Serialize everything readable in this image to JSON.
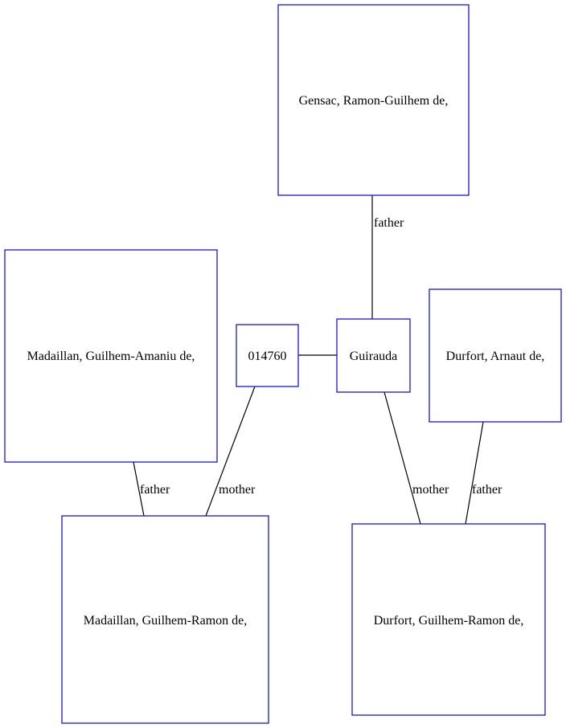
{
  "diagram": {
    "nodes": {
      "gensac": "Gensac, Ramon-Guilhem de,",
      "madaillan_ga": "Madaillan, Guilhem-Amaniu de,",
      "id_014760": "014760",
      "guirauda": "Guirauda",
      "durfort_arnaut": "Durfort, Arnaut de,",
      "madaillan_gr": "Madaillan, Guilhem-Ramon de,",
      "durfort_gr": "Durfort, Guilhem-Ramon de,"
    },
    "edges": {
      "gensac_guirauda": "father",
      "madaillan_ga_madaillan_gr": "father",
      "id_madaillan_gr": "mother",
      "guirauda_durfort_gr": "mother",
      "durfort_arnaut_durfort_gr": "father"
    },
    "colors": {
      "node_border": "#1414e6",
      "edge": "#000000"
    }
  }
}
